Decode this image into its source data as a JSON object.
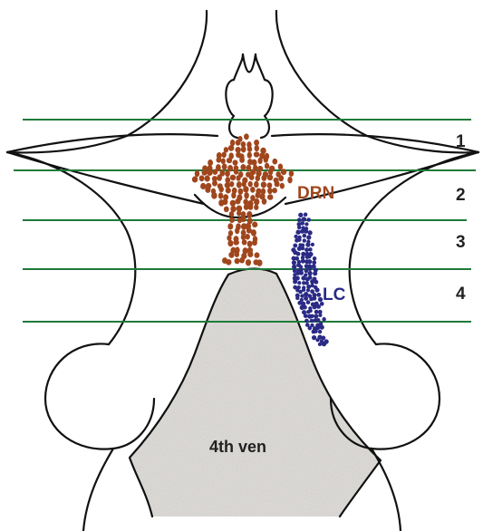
{
  "labels": {
    "drn": "DRN",
    "lc": "LC",
    "ventricle": "4th ven",
    "levels": [
      "1",
      "2",
      "3",
      "4"
    ]
  },
  "colors": {
    "outline": "#111111",
    "level_lines": "#1e7a3a",
    "drn": "#a0461d",
    "lc": "#2a2a86",
    "ventricle_fill": "#dedbd7",
    "level_text": "#222222"
  }
}
